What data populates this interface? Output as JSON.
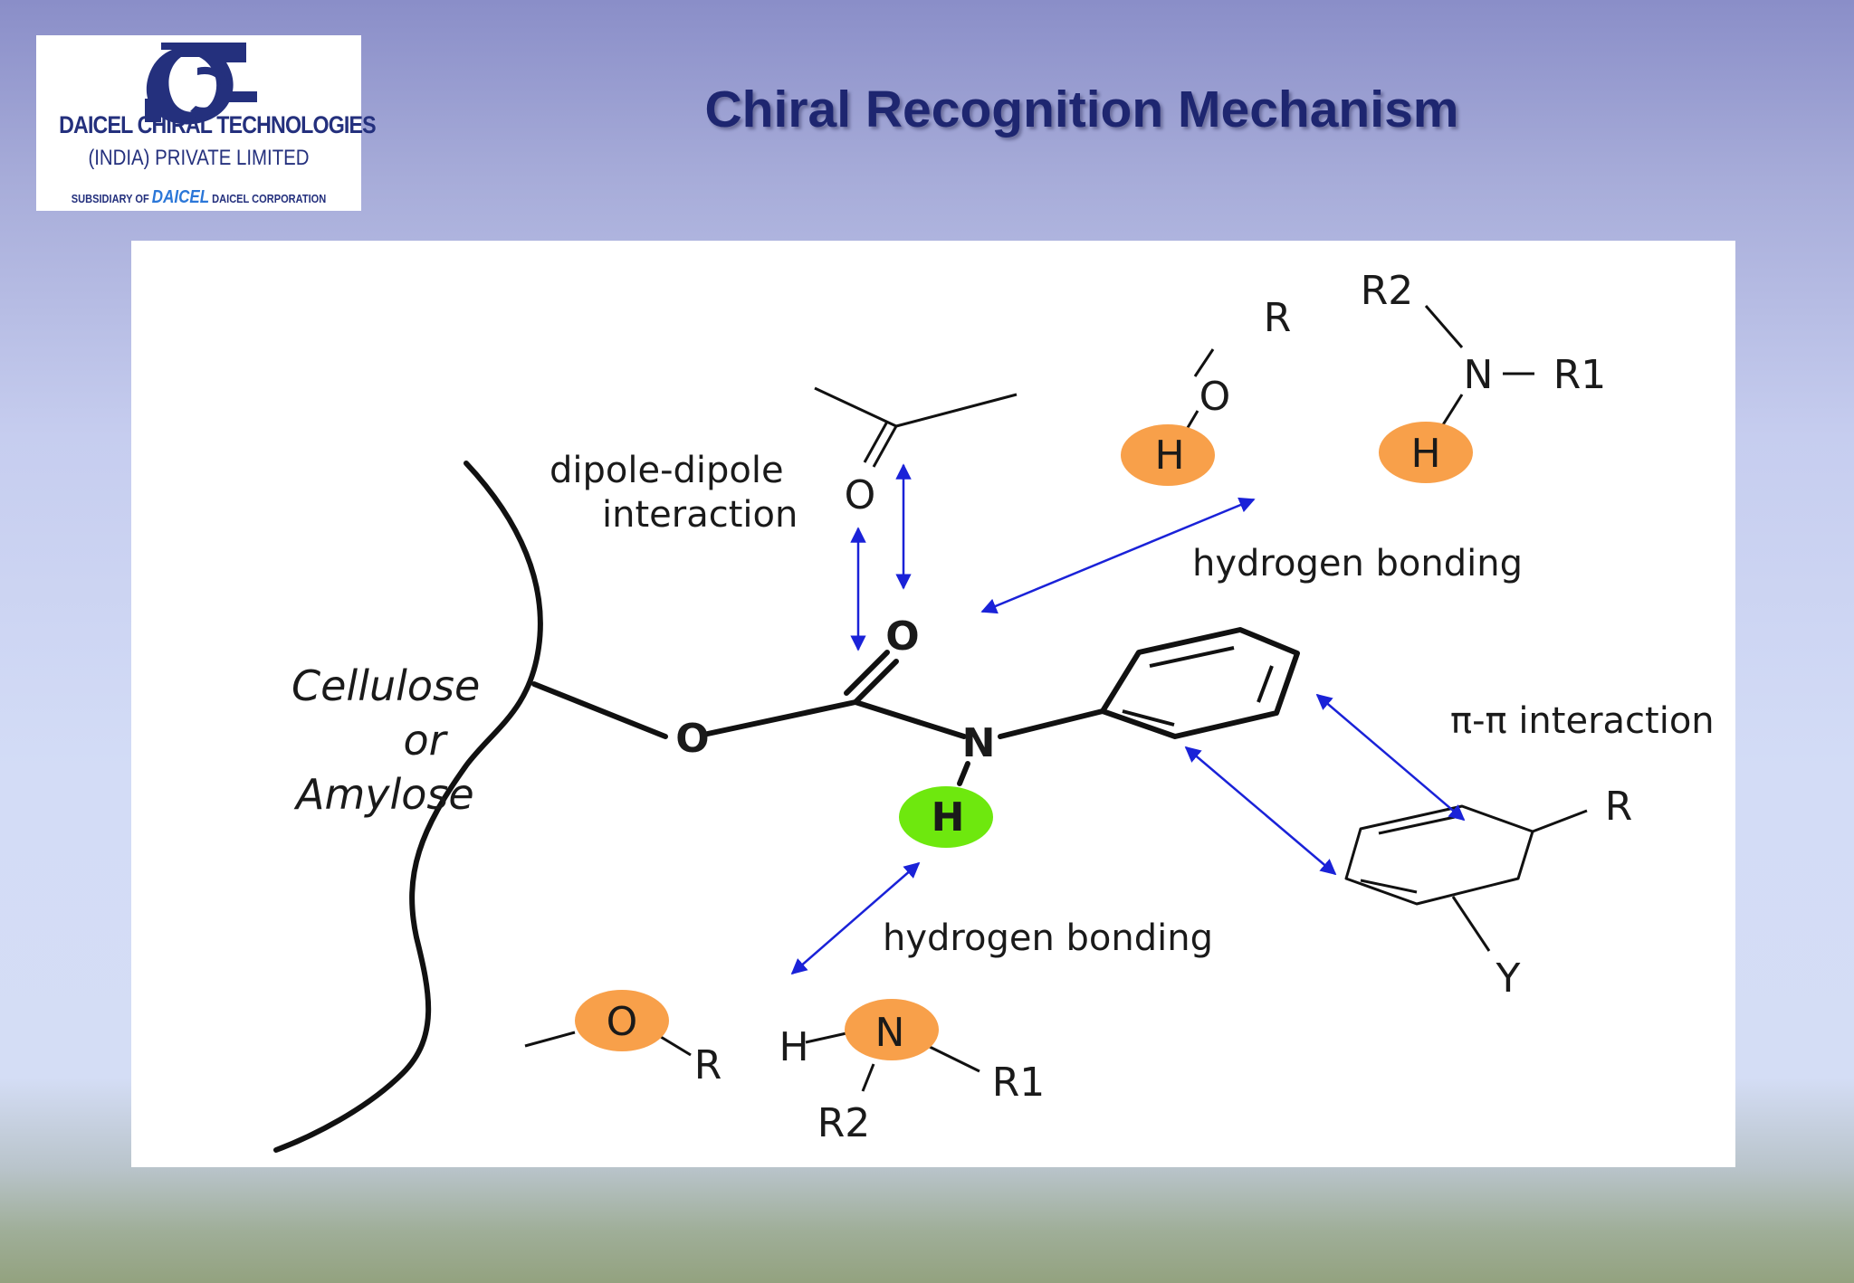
{
  "header": {
    "title": "Chiral Recognition Mechanism"
  },
  "logo": {
    "company": "DAICEL CHIRAL TECHNOLOGIES",
    "subtitle": "(INDIA) PRIVATE LIMITED",
    "subsidiary_prefix": "SUBSIDIARY OF",
    "brand": "DAICEL",
    "parent": "DAICEL CORPORATION"
  },
  "diagram": {
    "polymer_label_1": "Cellulose",
    "polymer_label_2": "or",
    "polymer_label_3": "Amylose",
    "dipole_label_1": "dipole-dipole",
    "dipole_label_2": "interaction",
    "hbond_top_label": "hydrogen bonding",
    "hbond_bottom_label": "hydrogen bonding",
    "pipi_label": "π-π interaction",
    "atoms": {
      "carbonyl_O": "O",
      "ester_O": "O",
      "amide_N": "N",
      "amide_H": "H",
      "ketone_O": "O",
      "alcohol_O": "O",
      "alcohol_H": "H",
      "alcohol_R": "R",
      "amine_N": "N",
      "amine_H": "H",
      "amine_R1": "R1",
      "amine_R2": "R2",
      "ether_O": "O",
      "ether_R": "R",
      "amine2_H": "H",
      "amine2_N": "N",
      "amine2_R1": "R1",
      "amine2_R2": "R2",
      "aryl_R": "R",
      "aryl_Y": "Y"
    }
  },
  "colors": {
    "title": "#1e2670",
    "arrow": "#1a22d8",
    "highlight_green": "#6ee80e",
    "highlight_orange": "#f8a04a"
  }
}
